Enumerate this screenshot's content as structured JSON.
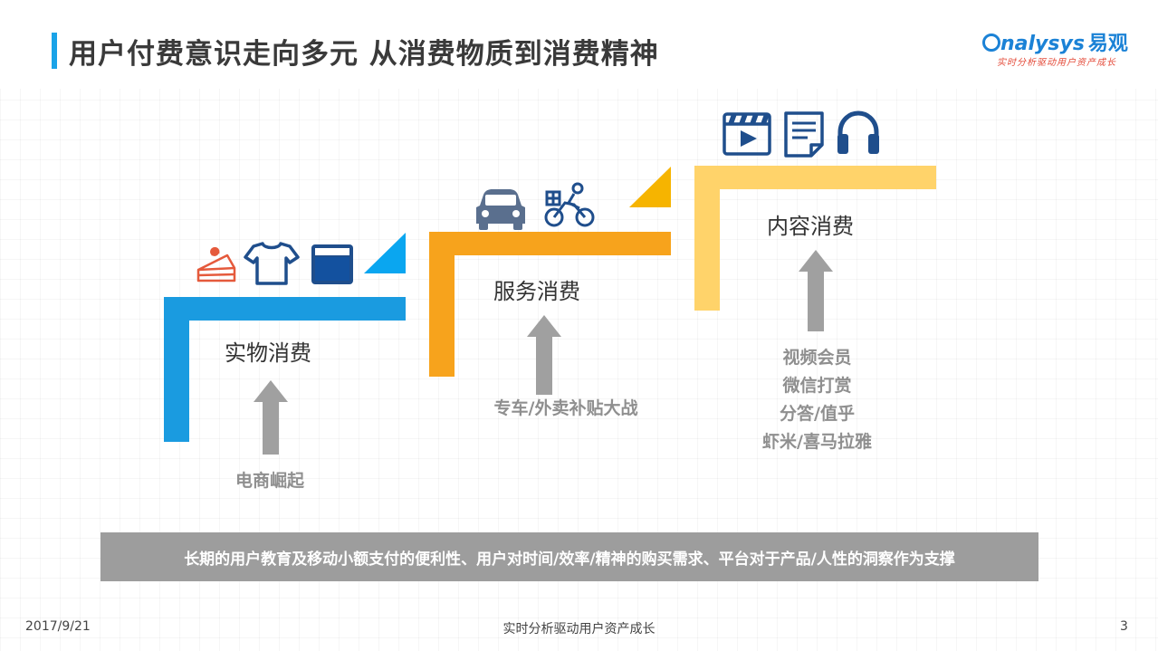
{
  "header": {
    "title": "用户付费意识走向多元 从消费物质到消费精神",
    "logo_brand": "nalysys",
    "logo_cn": "易观",
    "logo_slogan": "实时分析驱动用户资产成长"
  },
  "stages": [
    {
      "label": "实物消费",
      "descriptions": [
        "电商崛起"
      ],
      "color": "#1a9be0"
    },
    {
      "label": "服务消费",
      "descriptions": [
        "专车/外卖补贴大战"
      ],
      "color": "#f7a31c"
    },
    {
      "label": "内容消费",
      "descriptions": [
        "视频会员",
        "微信打赏",
        "分答/值乎",
        "虾米/喜马拉雅"
      ],
      "color": "#ffd36a"
    }
  ],
  "icons": [
    "cake-icon",
    "tshirt-icon",
    "book-icon",
    "corner-triangle-icon",
    "car-icon",
    "delivery-bike-icon",
    "corner-triangle-icon",
    "video-play-icon",
    "document-icon",
    "headphones-icon"
  ],
  "footer_statement": "长期的用户教育及移动小额支付的便利性、用户对时间/效率/精神的购买需求、平台对于产品/人性的洞察作为支撑",
  "footer": {
    "date": "2017/9/21",
    "center_text": "实时分析驱动用户资产成长",
    "page_number": "3"
  },
  "colors": {
    "title_accent": "#1aa3e8",
    "blue_step": "#1a9be0",
    "orange_step": "#f7a31c",
    "yellow_step": "#ffd36a",
    "arrow_gray": "#a0a0a0",
    "icon_navy": "#1f4e8c"
  }
}
